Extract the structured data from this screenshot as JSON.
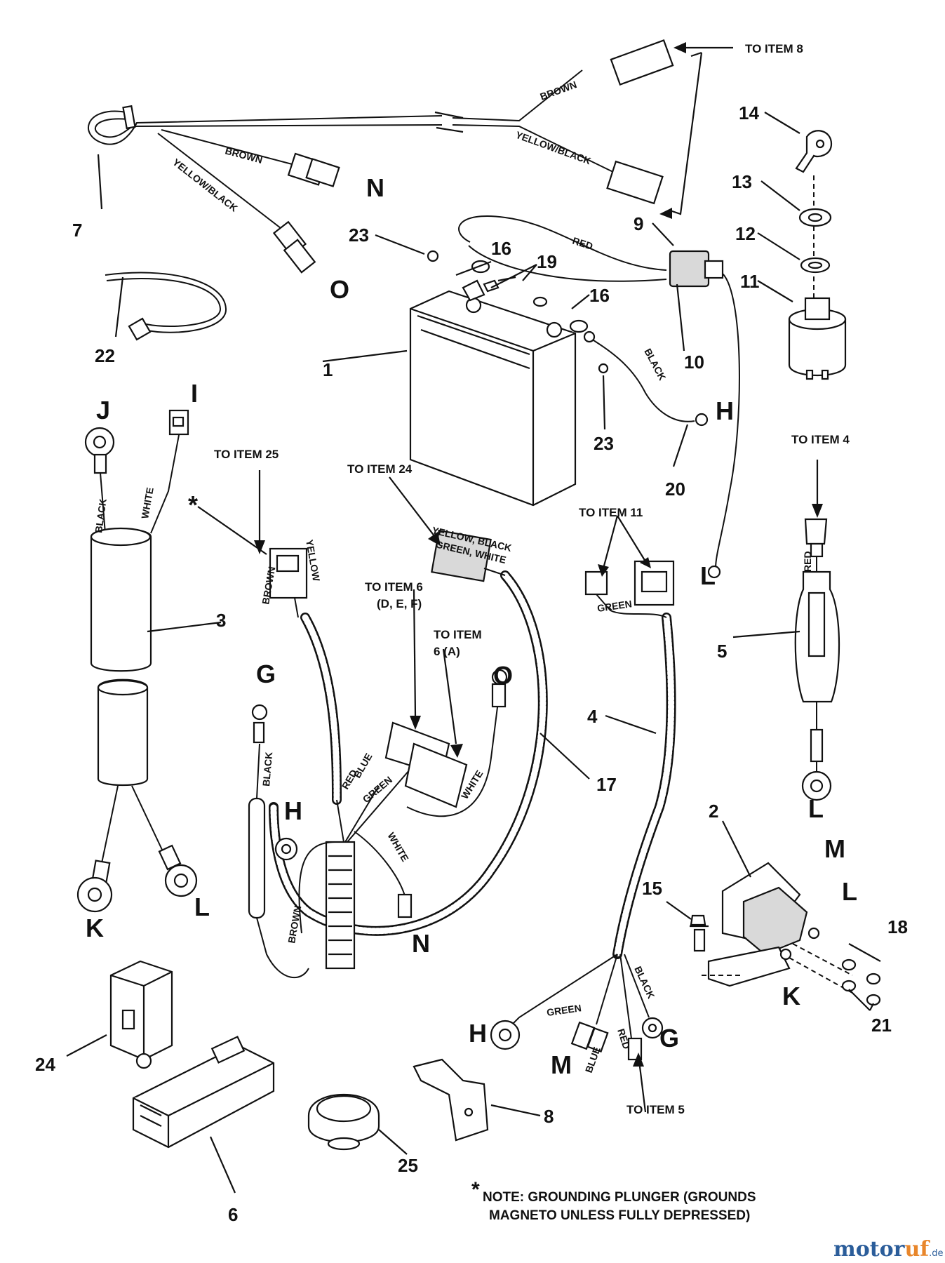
{
  "diagram": {
    "item_numbers": [
      "1",
      "2",
      "3",
      "4",
      "5",
      "6",
      "7",
      "8",
      "9",
      "10",
      "11",
      "12",
      "13",
      "14",
      "15",
      "16",
      "16",
      "17",
      "18",
      "19",
      "20",
      "21",
      "22",
      "23",
      "23",
      "24",
      "25"
    ],
    "letters": [
      "N",
      "O",
      "J",
      "I",
      "H",
      "L",
      "G",
      "O",
      "H",
      "N",
      "K",
      "L",
      "M",
      "L",
      "K",
      "H",
      "M",
      "G",
      "L"
    ],
    "callouts": {
      "to_item_8": "TO ITEM 8",
      "to_item_25": "TO ITEM 25",
      "to_item_24": "TO ITEM 24",
      "to_item_11": "TO ITEM 11",
      "to_item_4": "TO ITEM 4",
      "to_item_6_def_1": "TO ITEM 6",
      "to_item_6_def_2": "(D, E, F)",
      "to_item_6_a_1": "TO ITEM",
      "to_item_6_a_2": "6 (A)",
      "to_item_5": "TO ITEM 5",
      "asterisk": "*"
    },
    "wire_labels": {
      "brown": "BROWN",
      "yellow_black": "YELLOW/BLACK",
      "red": "RED",
      "black": "BLACK",
      "white": "WHITE",
      "yellow": "YELLOW",
      "green": "GREEN",
      "blue": "BLUE",
      "yellow_black_green_white_1": "YELLOW, BLACK",
      "yellow_black_green_white_2": "GREEN, WHITE"
    },
    "note": {
      "star": "*",
      "line1": "NOTE: GROUNDING PLUNGER (GROUNDS",
      "line2": "MAGNETO UNLESS FULLY DEPRESSED)"
    },
    "watermark": {
      "part1": "motor",
      "part2": "uf",
      "suffix": ".de"
    }
  }
}
